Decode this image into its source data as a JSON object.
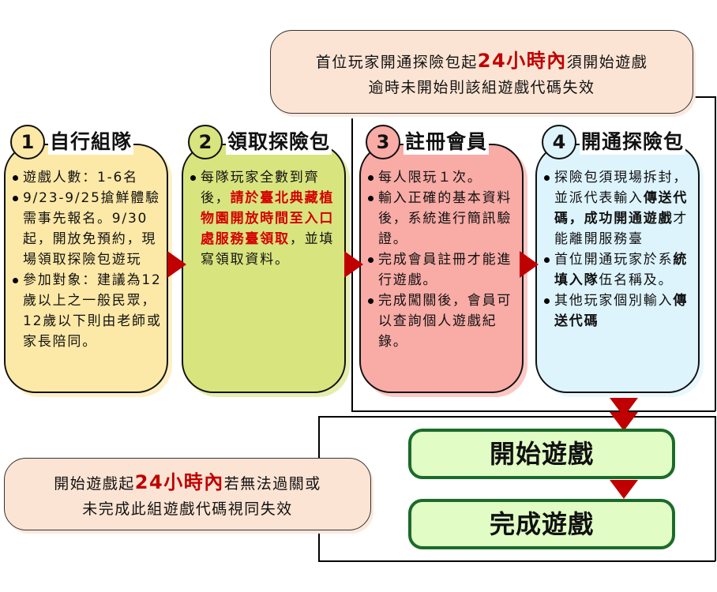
{
  "top_note": {
    "line1": [
      {
        "t": "首位玩家開通探險包起"
      },
      {
        "t": "24小時內",
        "s": "hl"
      },
      {
        "t": "須開始遊戲"
      }
    ],
    "line2": [
      {
        "t": "逾時未開始則該組遊戲代碼失效"
      }
    ]
  },
  "bottom_note": {
    "line1": [
      {
        "t": "開始遊戲起"
      },
      {
        "t": "24小時內",
        "s": "hl"
      },
      {
        "t": "若無法過關或"
      }
    ],
    "line2": [
      {
        "t": "未完成此組遊戲代碼視同失效"
      }
    ]
  },
  "steps": [
    {
      "number": "1",
      "title": "自行組隊",
      "color": "#fde9a7",
      "shadow": "#fdf0c6",
      "bullets": [
        [
          {
            "t": "遊戲人數：1-6名"
          }
        ],
        [
          {
            "t": "9/23-9/25搶鮮體驗需事先報名。9/30起，開放免預約，現場領取探險包遊玩"
          }
        ],
        [
          {
            "t": "參加對象：建議為12歲以上之一般民眾，12歲以下則由老師或家長陪同。"
          }
        ]
      ]
    },
    {
      "number": "2",
      "title": "領取探險包",
      "color": "#d8e47e",
      "shadow": "#e6edae",
      "bullets": [
        [
          {
            "t": "每隊玩家全數到齊後，"
          },
          {
            "t": "請於臺北典藏植物園開放時間至入口處服務臺領取",
            "s": "red"
          },
          {
            "t": "，並填寫領取資料。"
          }
        ]
      ]
    },
    {
      "number": "3",
      "title": "註冊會員",
      "color": "#f9aba6",
      "shadow": "#fbc8c4",
      "bullets": [
        [
          {
            "t": "每人限玩１次。"
          }
        ],
        [
          {
            "t": "輸入正確的基本資料後，系統進行簡訊驗證。"
          }
        ],
        [
          {
            "t": "完成會員註冊才能進行遊戲。"
          }
        ],
        [
          {
            "t": "完成闖關後，會員可以查詢個人遊戲紀錄。"
          }
        ]
      ]
    },
    {
      "number": "4",
      "title": "開通探險包",
      "color": "#ddf4fd",
      "shadow": "#e9f8fe",
      "bullets": [
        [
          {
            "t": "探險包須現場拆封，並派代表輸入"
          },
          {
            "t": "傳送代碼，成功開通遊戲",
            "s": "bold"
          },
          {
            "t": "才能離開服務臺"
          }
        ],
        [
          {
            "t": "首位開通玩家於系"
          },
          {
            "t": "統填入隊",
            "s": "bold"
          },
          {
            "t": "伍名稱及。"
          }
        ],
        [
          {
            "t": "其他玩家個別輸入"
          },
          {
            "t": "傳送代碼",
            "s": "bold"
          }
        ]
      ]
    }
  ],
  "start_game": "開始遊戲",
  "finish_game": "完成遊戲",
  "colors": {
    "arrow": "#c00000",
    "green_border": "#1b6b2a",
    "green_fill": "#e1fcc4",
    "note_fill": "#fce4d4"
  }
}
